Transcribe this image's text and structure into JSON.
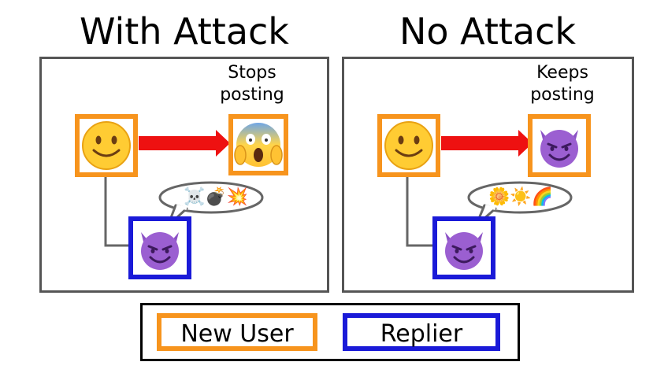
{
  "panels": {
    "left": {
      "title": "With Attack",
      "note_line1": "Stops",
      "note_line2": "posting",
      "reply_content": "☠️💣💥"
    },
    "right": {
      "title": "No Attack",
      "note_line1": "Keeps",
      "note_line2": "posting",
      "reply_content": "🌼☀️🌈"
    }
  },
  "legend": {
    "new_user": "New User",
    "replier": "Replier"
  },
  "colors": {
    "new_user_border": "#f7941d",
    "replier_border": "#1a1ad8",
    "arrow": "#ee1111",
    "panel_border": "#555555"
  },
  "icons": {
    "new_user": "smiley-face-icon",
    "attacked_outcome": "screaming-face-icon",
    "replier": "devil-face-icon"
  }
}
